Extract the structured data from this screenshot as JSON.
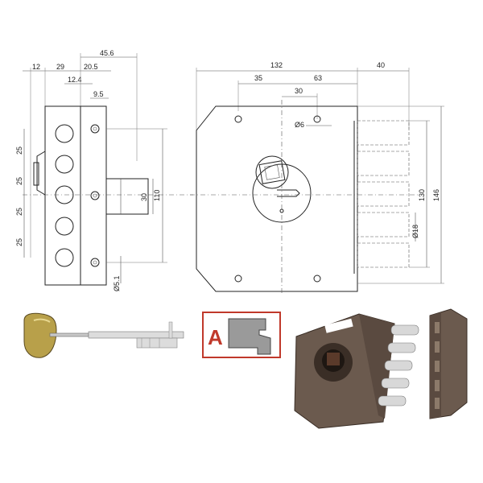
{
  "side_view": {
    "dims_top": [
      "45.6",
      "12",
      "29",
      "20.5",
      "12.4",
      "9.5"
    ],
    "dims_left": [
      "25",
      "25",
      "25",
      "25"
    ],
    "dims_right": [
      "30",
      "110"
    ],
    "dim_hole": "Ø5.1"
  },
  "front_view": {
    "dims_top": [
      "132",
      "40",
      "35",
      "63",
      "30"
    ],
    "dim_hole_small": "Ø6",
    "dim_bolt": "Ø18",
    "dims_right": [
      "130",
      "146"
    ]
  },
  "profile_label": "A",
  "icons": [
    "key",
    "lock-side-view",
    "lock-front-view",
    "profile-a",
    "lock-photo"
  ],
  "colors": {
    "profile_border": "#c0392b",
    "profile_text": "#c0392b",
    "lock_body": "#6b5a4e",
    "key_head": "#b8a04a"
  }
}
